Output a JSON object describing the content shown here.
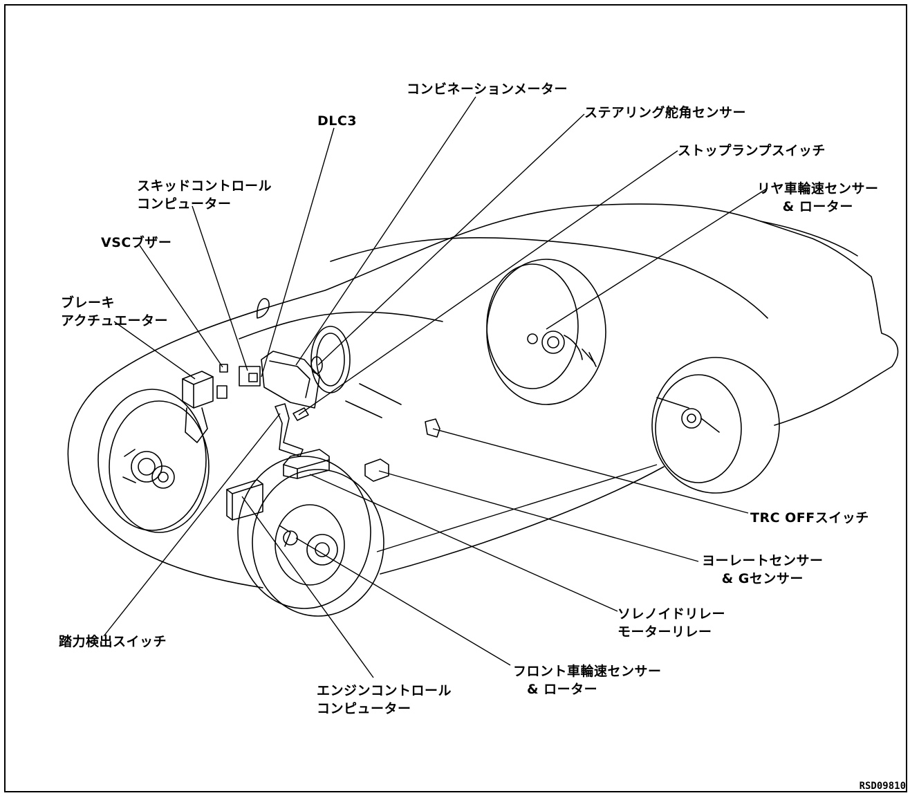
{
  "callouts": {
    "combination_meter": "コンビネーションメーター",
    "steering_angle_sensor": "ステアリング舵角センサー",
    "dlc3": "DLC3",
    "stop_lamp_switch": "ストップランプスイッチ",
    "skid_control_computer": [
      "スキッドコントロール",
      "コンピューター"
    ],
    "rear_wheel_speed_sensor": [
      "リヤ車輪速センサー",
      "& ローター"
    ],
    "vsc_buzzer": "VSCブザー",
    "brake_actuator": [
      "ブレーキ",
      "アクチュエーター"
    ],
    "trc_off_switch": "TRC OFFスイッチ",
    "yaw_rate_sensor": [
      "ヨーレートセンサー",
      "& Gセンサー"
    ],
    "solenoid_relay": [
      "ソレノイドリレー",
      "モーターリレー"
    ],
    "pedal_force_switch": "踏力検出スイッチ",
    "front_wheel_speed_sensor": [
      "フロント車輪速センサー",
      "& ローター"
    ],
    "engine_control_computer": [
      "エンジンコントロール",
      "コンピューター"
    ]
  },
  "figure_code": "RSD09810"
}
